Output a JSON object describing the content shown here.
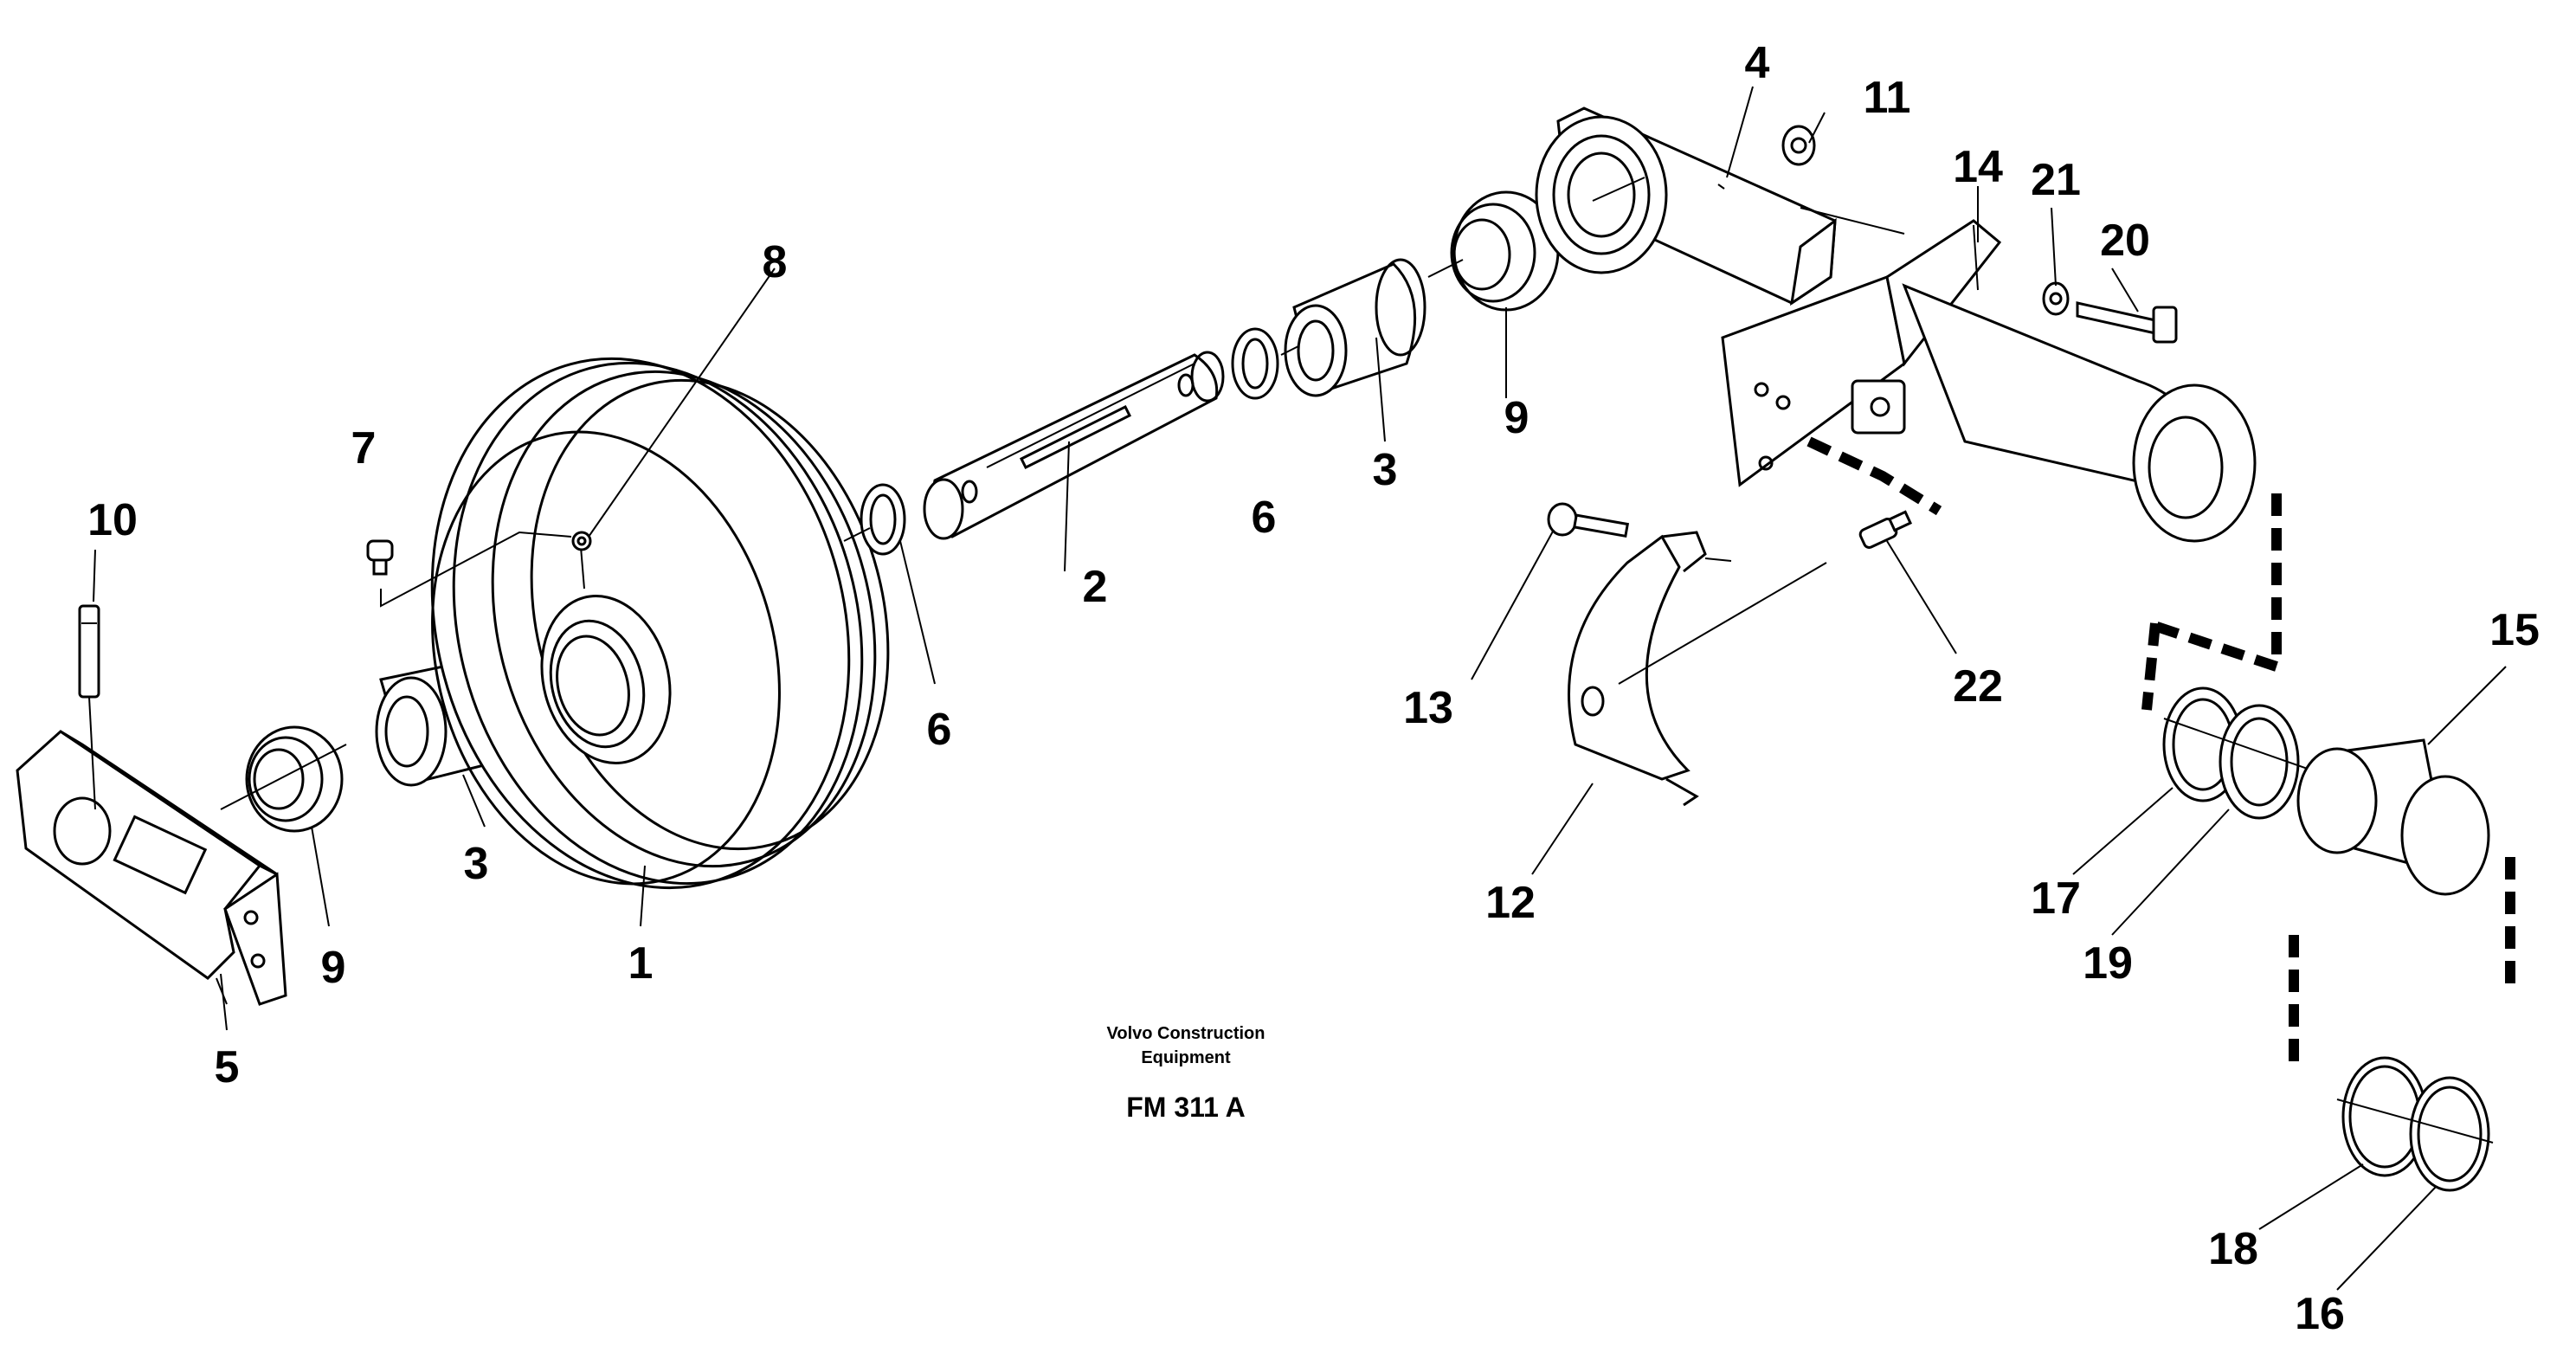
{
  "caption": {
    "line1": "Volvo Construction",
    "line2": "Equipment",
    "code": "FM 311 A"
  },
  "callouts": {
    "c1": "1",
    "c2": "2",
    "c3a": "3",
    "c3b": "3",
    "c4": "4",
    "c5": "5",
    "c6a": "6",
    "c6b": "6",
    "c7": "7",
    "c8": "8",
    "c9a": "9",
    "c9b": "9",
    "c10": "10",
    "c11": "11",
    "c12": "12",
    "c13": "13",
    "c14": "14",
    "c15": "15",
    "c16": "16",
    "c17": "17",
    "c18": "18",
    "c19": "19",
    "c20": "20",
    "c21": "21",
    "c22": "22"
  }
}
